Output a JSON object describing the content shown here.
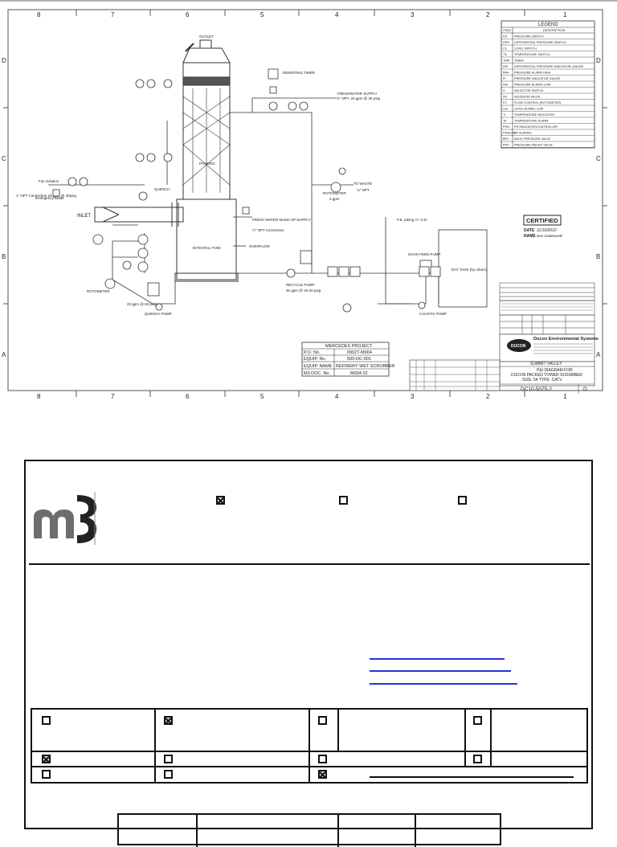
{
  "drawing": {
    "zones_top": [
      "8",
      "7",
      "6",
      "5",
      "4",
      "3",
      "2",
      "1"
    ],
    "zones_side": [
      "D",
      "C",
      "B",
      "A"
    ],
    "legend": {
      "title": "LEGEND",
      "col_item": "ITEM",
      "col_desc": "DESCRIPTION",
      "rows": [
        [
          "PS",
          "PRESSURE SWITCH"
        ],
        [
          "DPS",
          "DIFFERENTIAL PRESSURE SWITCH"
        ],
        [
          "LS",
          "LEVEL SWITCH"
        ],
        [
          "TS",
          "TEMPERATURE SWITCH"
        ],
        [
          "TMR",
          "TIMER"
        ],
        [
          "DPI",
          "DIFFERENTIAL PRESSURE INDICATOR–GAUGE"
        ],
        [
          "PAH",
          "PRESSURE ALARM HIGH"
        ],
        [
          "PI",
          "PRESSURE INDICATOR GAUGE"
        ],
        [
          "PAL",
          "PRESSURE ALARM–LOW"
        ],
        [
          "S",
          "SELECTOR SWITCH"
        ],
        [
          "SV",
          "SOLENOID VALVE"
        ],
        [
          "FC",
          "FLOW CONTROL (ROTOMETER)"
        ],
        [
          "LAL",
          "LEVEL ALARM, LOW"
        ],
        [
          "TI",
          "TEMPERATURE INDICATOR"
        ],
        [
          "TA",
          "TEMPERATURE ALARM"
        ],
        [
          "PHIC",
          "PH INDICATOR/CONTROLLER"
        ],
        [
          "PHAL/AH",
          "PH ALARMS"
        ],
        [
          "BPV",
          "BACK PRESSURE VALVE"
        ],
        [
          "PRV",
          "PRESSURE RELIEF VALVE"
        ]
      ]
    },
    "certified": {
      "stamp": "CERTIFIED",
      "date_label": "DATE",
      "date_value": "11/16/2010",
      "name_label": "NAME",
      "name_value": "Dan Zalubowski"
    },
    "labels": {
      "outlet": "OUTLET",
      "demisting": "DEMISTING TIMER",
      "freshwater": "FRESHWATER SUPPLY",
      "freshwater_sub": "1\" NPT, 20 gpm @ 30 psig",
      "packing": "PACKING",
      "quench": "QUENCH",
      "inlet": "INLET",
      "integral_tank": "INTEGRAL TANK",
      "overflow": "OVERFLOW",
      "makeup": "FRESH WATER MAKE-UP SUPPLY",
      "makeup_sub": "½\" NPT Connection",
      "to_waste": "TO WASTE",
      "to_waste_sub": "¾\" NPT",
      "rotometer_right": "ROTOMETER",
      "rotometer_right_sub": "3 gpm",
      "rotometer_left": "ROTOMETER",
      "recycle_pump": "RECYCLE PUMP",
      "recycle_sub": "30 gpm @ 15-20 psig",
      "quench_pump": "QUENCH PUMP",
      "quench_pump_sub": "20 gpm @ 50 psig",
      "naoh_pump": "NAOH FEED PUMP",
      "caustic_pump": "CAUSTIC PUMP",
      "day_tank": "DAY TANK (by others)",
      "pe_tubing": "P.E. tubing ½\" O.D.",
      "fan_solution": "Fan Solution",
      "npt_conn": "1\" NPT Connection 20 gpm @ 30psig",
      "emergency": "Emergency Water"
    },
    "project_box": {
      "title": "MERCEDES PROJECT",
      "rows": [
        [
          "P.O. No.",
          "0902T-M004"
        ],
        [
          "EQUIP. No.",
          "500-DC-001"
        ],
        [
          "EQUIP. NAME",
          "REFINERY WET SCRUBBER"
        ],
        [
          "M3 DOC. No.",
          "M004-22"
        ]
      ]
    },
    "title_block": {
      "company": "Ducon Environmental Systems",
      "logo": "DUCON",
      "site": "SUMMIT VALLEY",
      "title_1": "P&I DIAGRAM FOR",
      "title_2": "DUCON PACKED TOWER SCRUBBER",
      "title_3": "SIZE: 54  TYPE: CATV",
      "drawing_no": "DC10-5075-2",
      "revision": "D"
    }
  },
  "stamp_form": {
    "logo": "m3"
  },
  "colors": {
    "line": "#111111",
    "blue_line": "#2433d8",
    "drawing_ink": "#333333"
  }
}
